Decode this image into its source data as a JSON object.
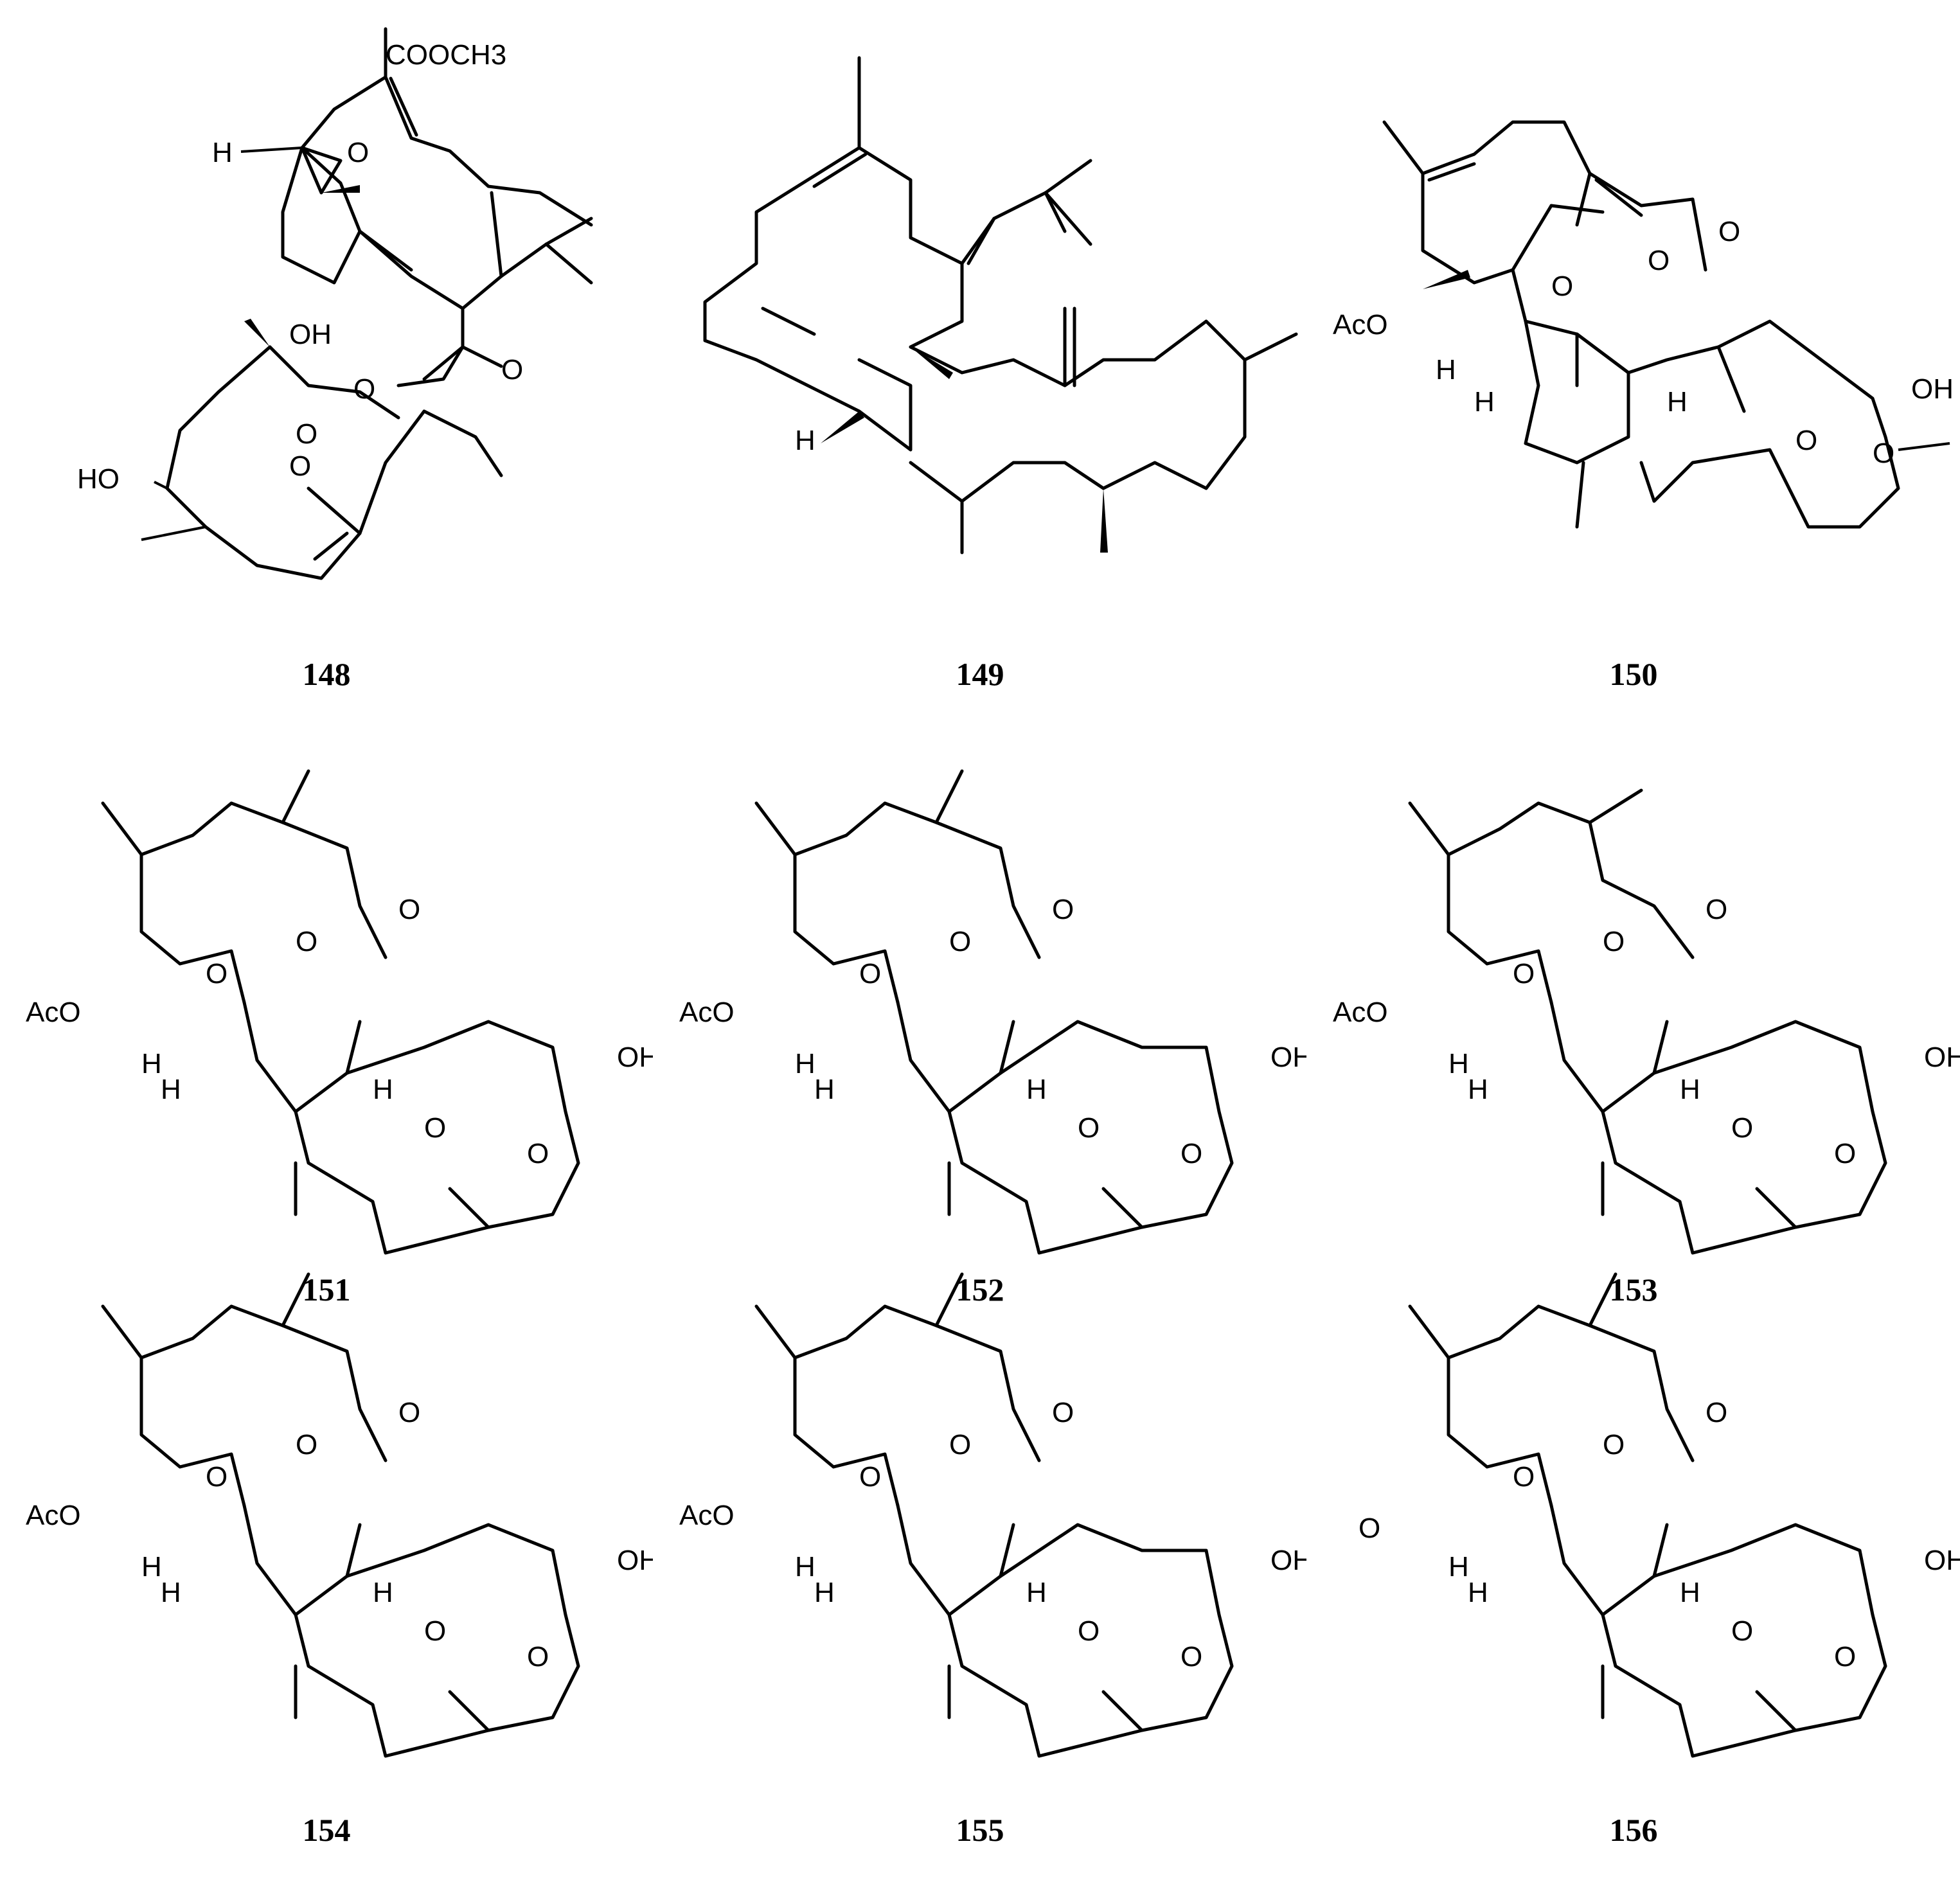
{
  "compounds": [
    {
      "id": "148",
      "labels": [
        "COOCH3",
        "H",
        "O",
        "OH",
        "O",
        "O",
        "HO",
        "O",
        "O"
      ]
    },
    {
      "id": "149",
      "labels": [
        "H"
      ]
    },
    {
      "id": "150",
      "labels": [
        "O",
        "O",
        "O",
        "AcO",
        "H",
        "H",
        "H",
        "OH",
        "O",
        "O"
      ]
    },
    {
      "id": "151",
      "labels": [
        "O",
        "O",
        "O",
        "AcO",
        "H",
        "H",
        "H",
        "OH",
        "O",
        "O"
      ]
    },
    {
      "id": "152",
      "labels": [
        "O",
        "O",
        "O",
        "AcO",
        "H",
        "H",
        "H",
        "OH",
        "O",
        "O"
      ]
    },
    {
      "id": "153",
      "labels": [
        "O",
        "O",
        "O",
        "AcO",
        "H",
        "H",
        "H",
        "OH",
        "O",
        "O"
      ]
    },
    {
      "id": "154",
      "labels": [
        "O",
        "O",
        "O",
        "AcO",
        "H",
        "H",
        "H",
        "OH",
        "O",
        "O"
      ]
    },
    {
      "id": "155",
      "labels": [
        "O",
        "O",
        "O",
        "AcO",
        "H",
        "H",
        "H",
        "OH",
        "O",
        "O"
      ]
    },
    {
      "id": "156",
      "labels": [
        "O",
        "O",
        "O",
        "O",
        "H",
        "H",
        "H",
        "OH",
        "O",
        "O"
      ]
    }
  ]
}
